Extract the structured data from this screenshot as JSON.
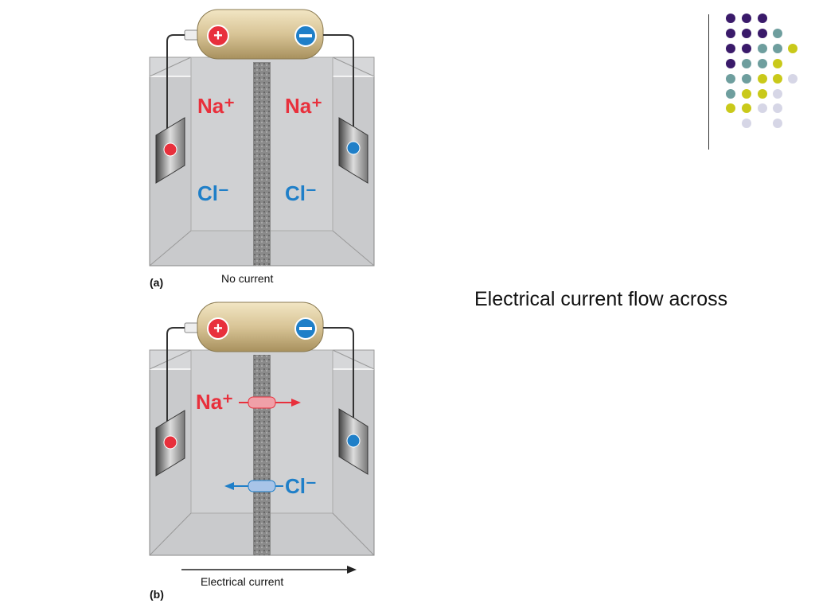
{
  "slide": {
    "text": "Electrical current flow across"
  },
  "panel_a": {
    "label": "(a)",
    "caption": "No current",
    "left_ions": [
      "Na⁺",
      "Cl⁻"
    ],
    "right_ions": [
      "Na⁺",
      "Cl⁻"
    ]
  },
  "panel_b": {
    "label": "(b)",
    "caption": "Electrical current",
    "na_ion": "Na⁺",
    "cl_ion": "Cl⁻"
  },
  "colors": {
    "sodium": "#e8303c",
    "chloride": "#1f7fc8",
    "tank": "#c9cacc",
    "battery": "#d8c496",
    "dot_purple": "#3a1a6a",
    "dot_teal": "#6e9e9e",
    "dot_yellow": "#c9c91a",
    "dot_lavender": "#d6d6e6"
  }
}
